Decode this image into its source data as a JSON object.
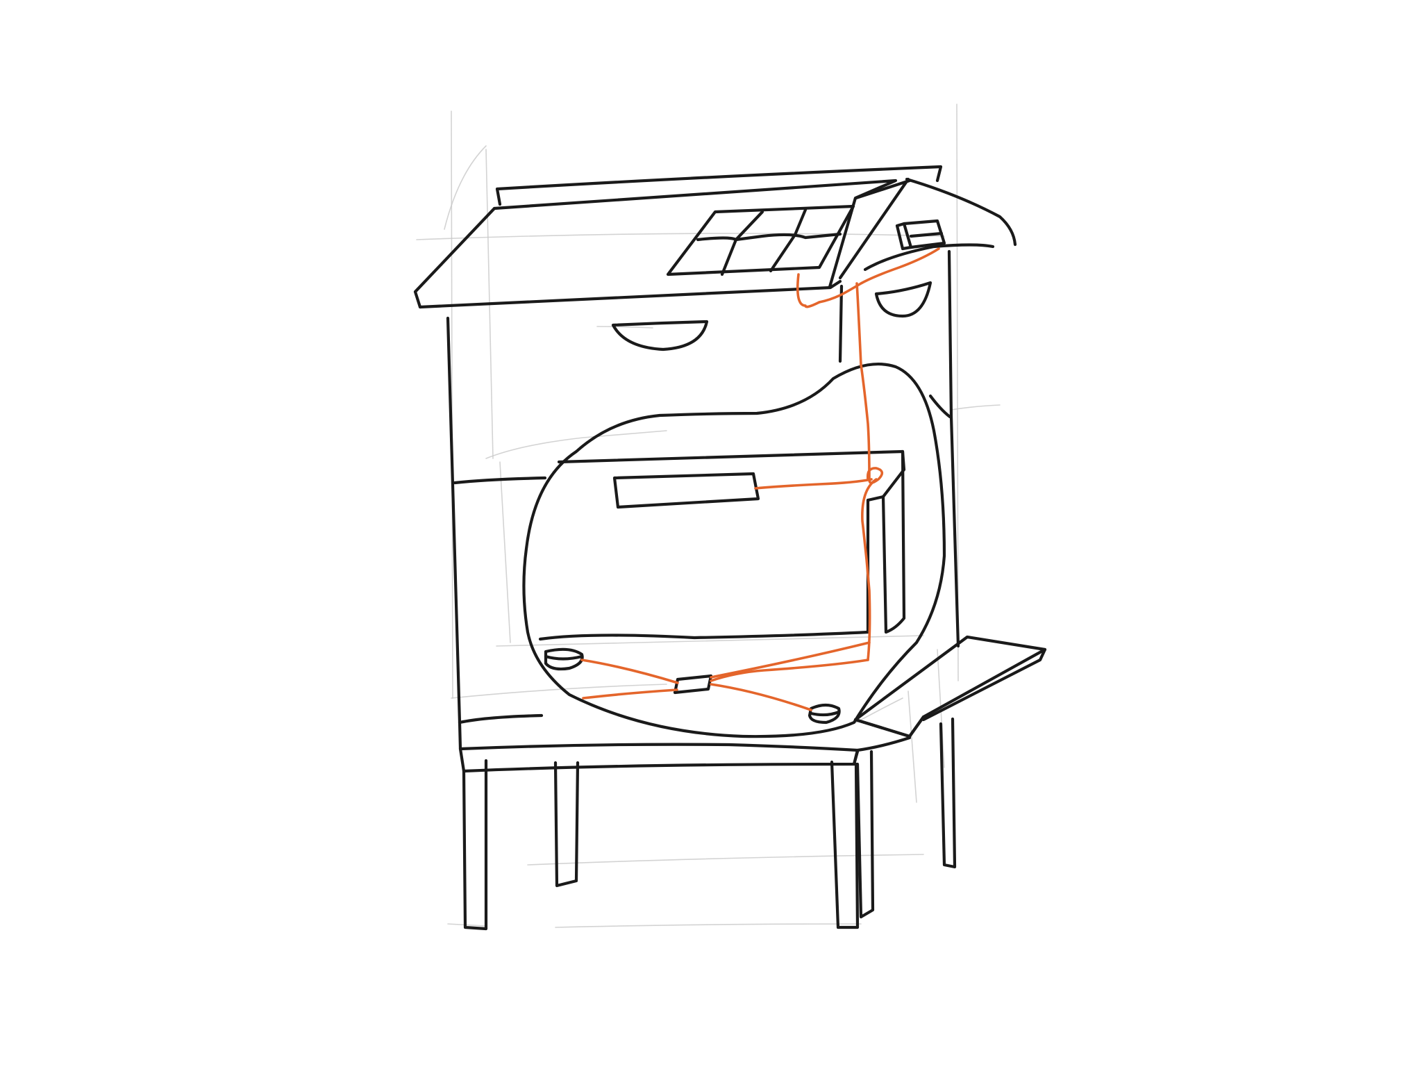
{
  "title": "",
  "colors": {
    "background": "#ffffff",
    "ink": "#1a1a1a",
    "pencil_guides": "#c8c8c8",
    "wiring": "#e4652b"
  },
  "components": [
    {
      "name": "solar-panel"
    },
    {
      "name": "roof-mounted-sensor-box"
    },
    {
      "name": "frame-mounted-sensor-module"
    },
    {
      "name": "central-junction-node"
    },
    {
      "name": "round-sensor-left"
    },
    {
      "name": "round-sensor-right"
    },
    {
      "name": "landing-board"
    },
    {
      "name": "hive-stand"
    }
  ]
}
